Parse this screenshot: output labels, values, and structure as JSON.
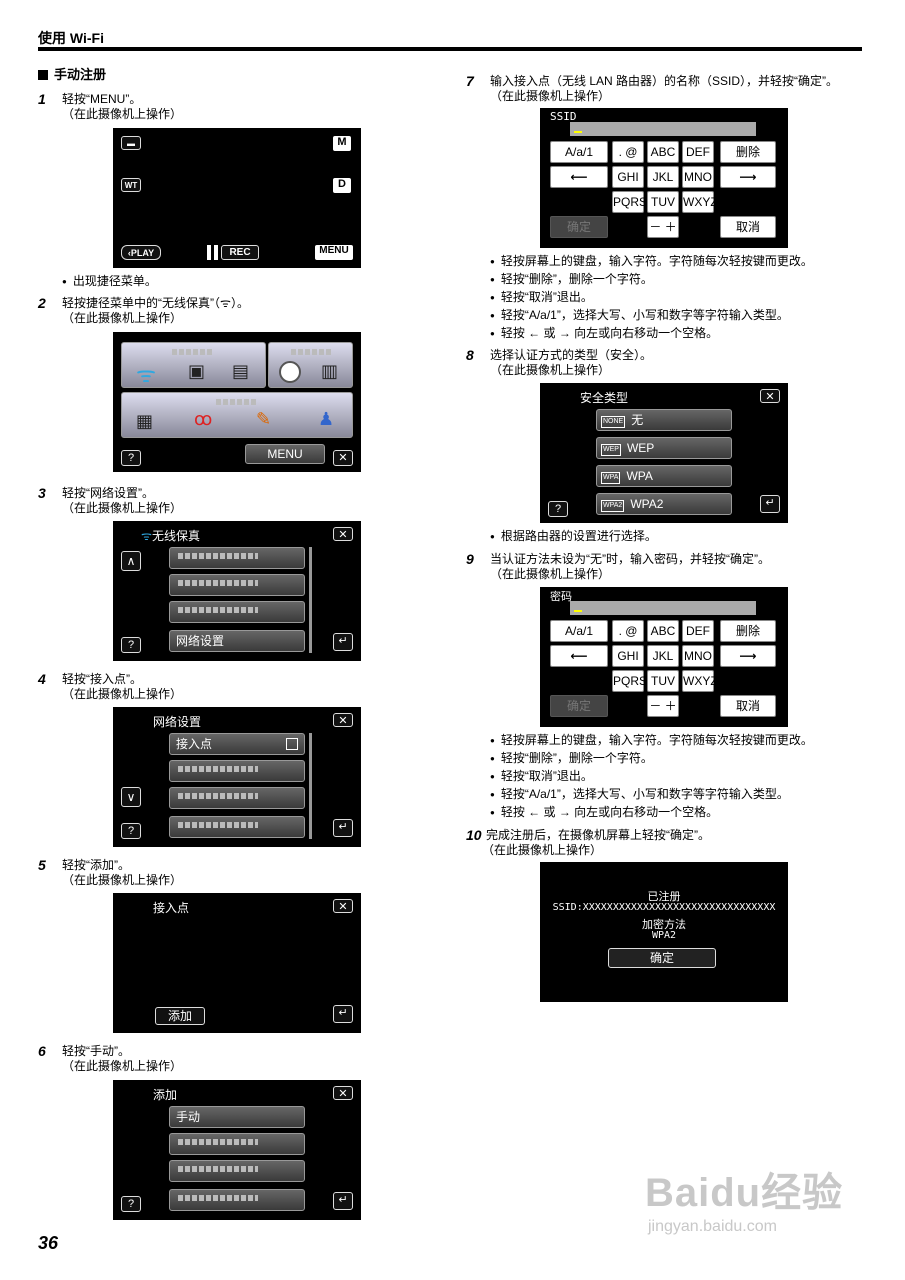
{
  "header": {
    "title": "使用 Wi-Fi"
  },
  "section": {
    "title": "手动注册"
  },
  "page_number": "36",
  "note": "（在此摄像机上操作）",
  "steps": [
    {
      "num": "1",
      "text": "轻按“MENU”。"
    },
    {
      "num": "2",
      "text": "轻按捷径菜单中的“无线保真”（ᯤ）。"
    },
    {
      "num": "3",
      "text": "轻按“网络设置”。"
    },
    {
      "num": "4",
      "text": "轻按“接入点”。"
    },
    {
      "num": "5",
      "text": "轻按“添加”。"
    },
    {
      "num": "6",
      "text": "轻按“手动”。"
    },
    {
      "num": "7",
      "text": "输入接入点（无线 LAN 路由器）的名称（SSID），并轻按“确定”。"
    },
    {
      "num": "8",
      "text": "选择认证方式的类型（安全）。"
    },
    {
      "num": "9",
      "text": "当认证方法未设为“无”时，输入密码，并轻按“确定”。"
    },
    {
      "num": "10",
      "text": "完成注册后，在摄像机屏幕上轻按“确定”。"
    }
  ],
  "bullets": {
    "step1": [
      "出现捷径菜单。"
    ],
    "step7": [
      "轻按屏幕上的键盘，输入字符。字符随每次轻按键而更改。",
      "轻按“删除”，删除一个字符。",
      "轻按“取消”退出。",
      "轻按“A/a/1”，选择大写、小写和数字等字符输入类型。",
      "轻按 ← 或 → 向左或向右移动一个空格。"
    ],
    "step8": [
      "根据路由器的设置进行选择。"
    ],
    "step9": [
      "轻按屏幕上的键盘，输入字符。字符随每次轻按键而更改。",
      "轻按“删除”，删除一个字符。",
      "轻按“取消”退出。",
      "轻按“A/a/1”，选择大写、小写和数字等字符输入类型。",
      "轻按 ← 或 → 向左或向右移动一个空格。"
    ]
  },
  "screen1": {
    "m": "M",
    "wt": "WT",
    "d": "D",
    "play": "‹PLAY",
    "rec": "REC",
    "menu": "MENU"
  },
  "screen2": {
    "menu": "MENU",
    "help": "?",
    "close": "✕"
  },
  "screen3": {
    "title": "无线保真",
    "item": "网络设置",
    "help": "?",
    "up": "∧"
  },
  "screen4": {
    "title": "网络设置",
    "item": "接入点",
    "help": "?",
    "down": "∨"
  },
  "screen5": {
    "title": "接入点",
    "add": "添加"
  },
  "screen6": {
    "title": "添加",
    "item": "手动",
    "help": "?"
  },
  "keyboard": {
    "ssid_label": "SSID",
    "pw_label": "密码",
    "mode": "A/a/1",
    "dot_at": ". @",
    "abc": "ABC",
    "def": "DEF",
    "delete": "删除",
    "left": "⟵",
    "right": "⟶",
    "ghi": "GHI",
    "jkl": "JKL",
    "mno": "MNO",
    "pqrs": "PQRS",
    "tuv": "TUV",
    "wxyz": "WXYZ",
    "confirm": "确定",
    "dash_plus": "－ ＋",
    "cancel": "取消"
  },
  "screen8": {
    "title": "安全类型",
    "options": [
      {
        "tag": "NONE",
        "label": "无"
      },
      {
        "tag": "WEP",
        "label": "WEP"
      },
      {
        "tag": "WPA",
        "label": "WPA"
      },
      {
        "tag": "WPA2",
        "label": "WPA2"
      }
    ],
    "help": "?"
  },
  "screen10": {
    "registered": "已注册",
    "ssid": "SSID:XXXXXXXXXXXXXXXXXXXXXXXXXXXXXXXX",
    "enc_label": "加密方法",
    "enc_value": "WPA2",
    "ok": "确定"
  },
  "watermark": {
    "brand": "Baidu经验",
    "url": "jingyan.baidu.com"
  }
}
